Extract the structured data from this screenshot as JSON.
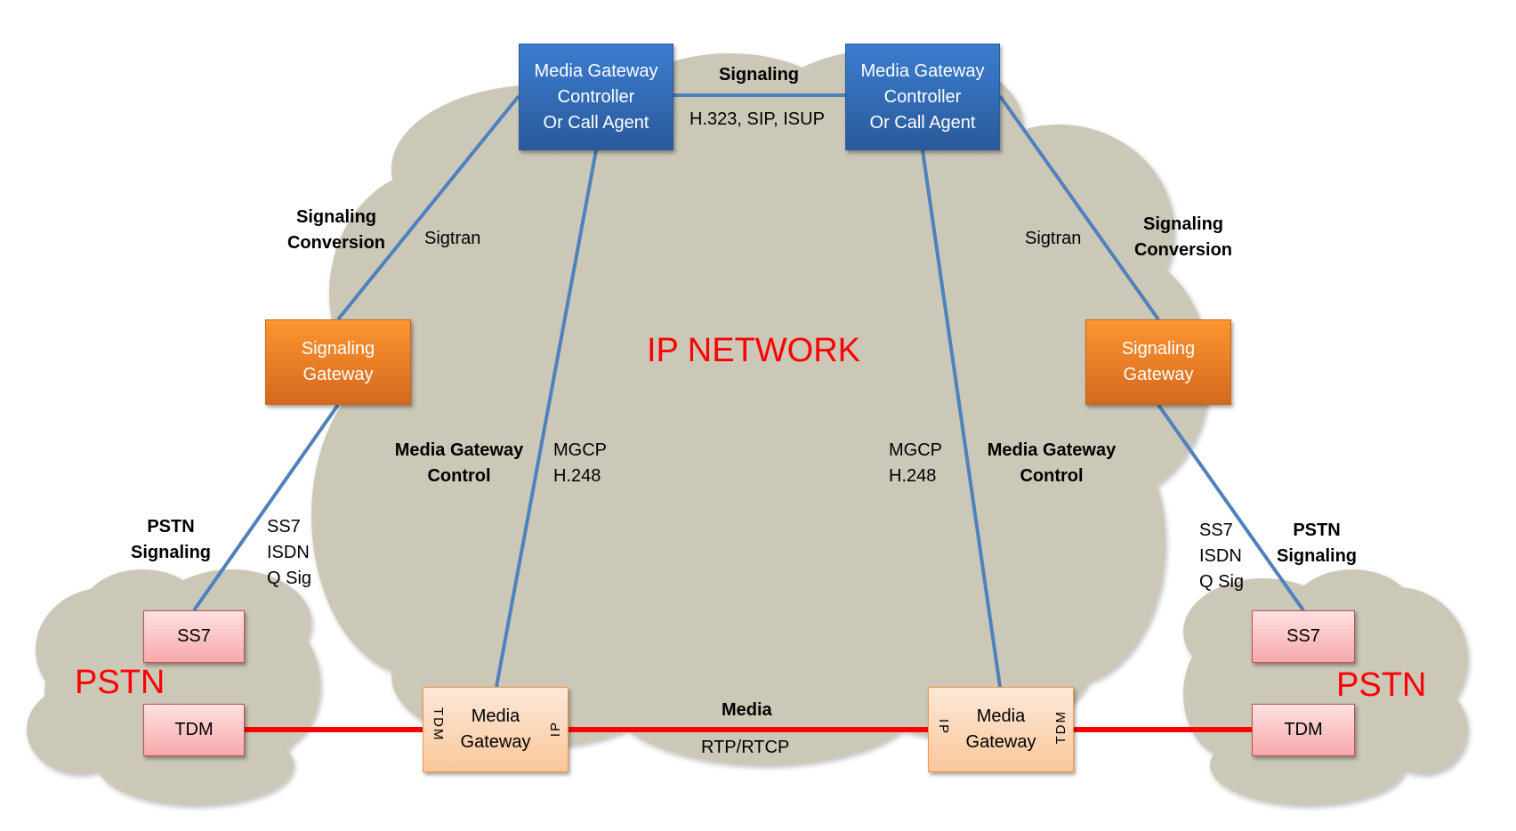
{
  "title": "IP NETWORK",
  "colors": {
    "cloud": "#cbc8b8",
    "signaling_line": "#4f81bd",
    "media_line": "#ff0000",
    "mgc_fill": "#3b7dd0",
    "sg_fill": "#fd9530",
    "pstn_box_fill": "#f7a9aa",
    "mg_fill": "#fbc79a",
    "label_red": "#ff0000"
  },
  "nodes": {
    "mgc_left": {
      "lines": [
        "Media Gateway",
        "Controller",
        "Or Call Agent"
      ]
    },
    "mgc_right": {
      "lines": [
        "Media Gateway",
        "Controller",
        "Or Call Agent"
      ]
    },
    "sg_left": {
      "lines": [
        "Signaling",
        "Gateway"
      ]
    },
    "sg_right": {
      "lines": [
        "Signaling",
        "Gateway"
      ]
    },
    "ss7_left": {
      "label": "SS7"
    },
    "tdm_left": {
      "label": "TDM"
    },
    "ss7_right": {
      "label": "SS7"
    },
    "tdm_right": {
      "label": "TDM"
    },
    "mg_left": {
      "lines": [
        "Media",
        "Gateway"
      ],
      "port_left": "TDM",
      "port_right": "IP"
    },
    "mg_right": {
      "lines": [
        "Media",
        "Gateway"
      ],
      "port_left": "IP",
      "port_right": "TDM"
    }
  },
  "clouds": {
    "ip": "IP NETWORK",
    "pstn_left": "PSTN",
    "pstn_right": "PSTN"
  },
  "labels": {
    "mgc_link_title": "Signaling",
    "mgc_link_protocols": "H.323, SIP, ISUP",
    "sig_conv_left": [
      "Signaling",
      "Conversion"
    ],
    "sig_conv_right": [
      "Signaling",
      "Conversion"
    ],
    "sigtran_left": "Sigtran",
    "sigtran_right": "Sigtran",
    "mgctl_left": [
      "Media Gateway",
      "Control"
    ],
    "mgctl_right": [
      "Media Gateway",
      "Control"
    ],
    "mgcp_left": [
      "MGCP",
      "H.248"
    ],
    "mgcp_right": [
      "MGCP",
      "H.248"
    ],
    "pstn_sig_left": [
      "PSTN",
      "Signaling"
    ],
    "pstn_sig_right": [
      "PSTN",
      "Signaling"
    ],
    "pstn_protocols_left": [
      "SS7",
      "ISDN",
      "Q Sig"
    ],
    "pstn_protocols_right": [
      "SS7",
      "ISDN",
      "Q Sig"
    ],
    "media_title": "Media",
    "media_protocol": "RTP/RTCP"
  }
}
